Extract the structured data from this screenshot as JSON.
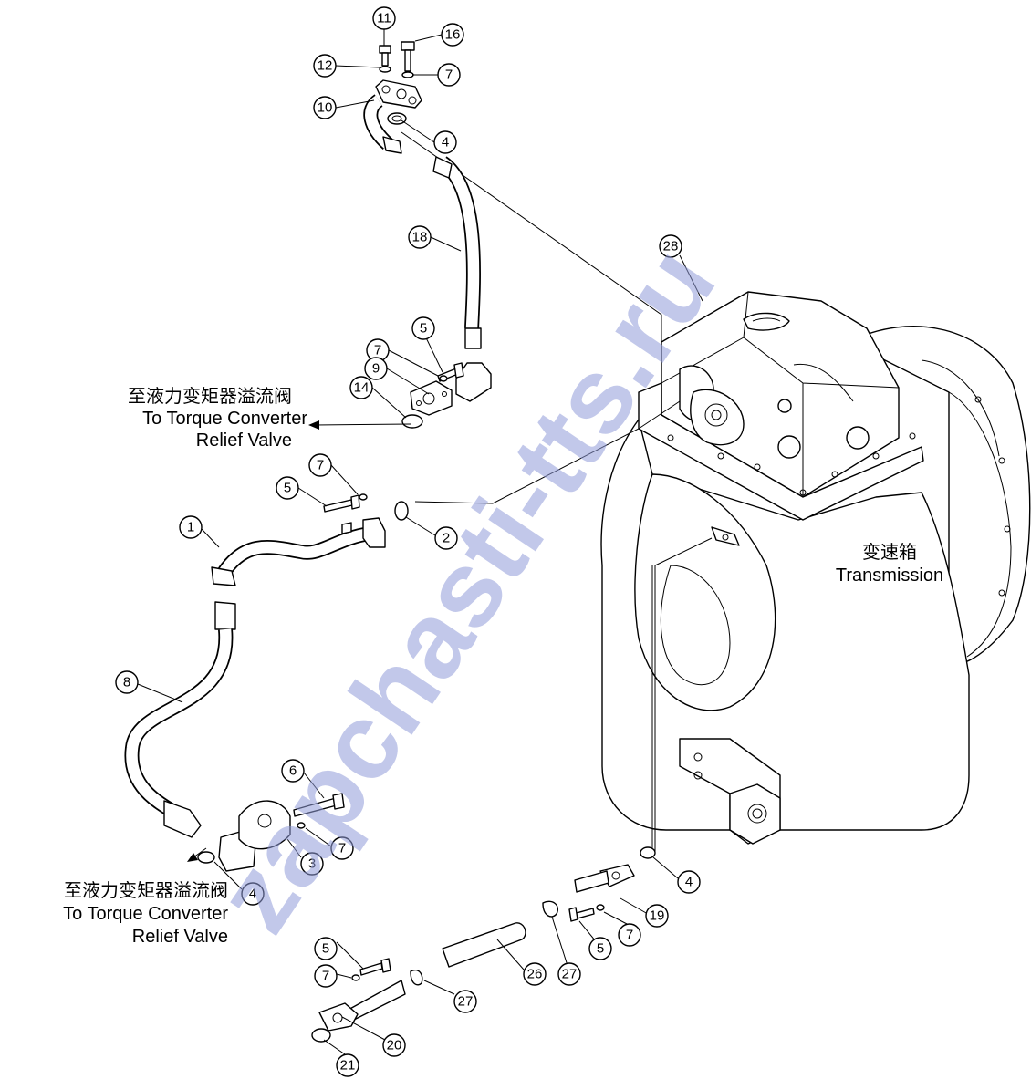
{
  "watermark": "zapchasti-tts.ru",
  "transmission": {
    "label_cn": "变速箱",
    "label_en": "Transmission"
  },
  "relief_upper": {
    "cn": "至液力变矩器溢流阀",
    "en1": "To Torque Converter",
    "en2": "Relief Valve"
  },
  "relief_lower": {
    "cn": "至液力变矩器溢流阀",
    "en1": "To Torque Converter",
    "en2": "Relief Valve"
  },
  "callouts": {
    "c11": "11",
    "c16": "16",
    "c12": "12",
    "c7a": "7",
    "c10": "10",
    "c4a": "4",
    "c18": "18",
    "c28": "28",
    "c5a": "5",
    "c7b": "7",
    "c9": "9",
    "c14": "14",
    "c7c": "7",
    "c5b": "5",
    "c1": "1",
    "c2": "2",
    "c8": "8",
    "c6": "6",
    "c7d": "7",
    "c3": "3",
    "c4b": "4",
    "c4c": "4",
    "c19": "19",
    "c7e": "7",
    "c5c": "5",
    "c27a": "27",
    "c26": "26",
    "c5d": "5",
    "c7f": "7",
    "c27b": "27",
    "c20": "20",
    "c21": "21"
  }
}
